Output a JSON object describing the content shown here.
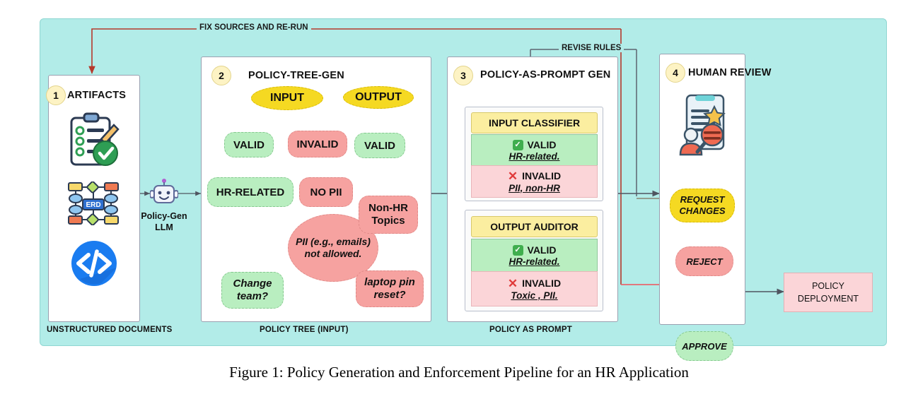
{
  "figure": {
    "caption": "Figure 1: Policy Generation and Enforcement Pipeline for an HR Application"
  },
  "colors": {
    "canvas": "#b2ece8",
    "panel": "#ffffff",
    "yellow": "#f5d922",
    "yellow_pale": "#fbeea0",
    "green": "#b9eec0",
    "red": "#f6a2a0",
    "red_pale": "#fbd5d8",
    "badge": "#fdf3c4",
    "wire_gray": "#5d6470",
    "wire_red": "#c0392b",
    "wire_pink": "#e8686e"
  },
  "loops": [
    {
      "id": "fix-sources",
      "label": "FIX SOURCES AND RE-RUN"
    },
    {
      "id": "revise-rules",
      "label": "REVISE RULES"
    }
  ],
  "panels": [
    {
      "id": "artifacts",
      "number": "1",
      "title": "ARTIFACTS",
      "bottom_caption": "UNSTRUCTURED DOCUMENTS",
      "icons": [
        "checklist-clipboard-icon",
        "erd-diagram-icon",
        "code-tag-icon"
      ]
    },
    {
      "id": "policy-tree-gen",
      "number": "2",
      "title": "POLICY-TREE-GEN",
      "bottom_caption": "POLICY TREE (INPUT)",
      "nodes": [
        {
          "id": "input",
          "label": "INPUT",
          "shape": "ellipse",
          "color": "yellow"
        },
        {
          "id": "output",
          "label": "OUTPUT",
          "shape": "ellipse",
          "color": "yellow"
        },
        {
          "id": "valid-in",
          "label": "VALID",
          "shape": "rrect",
          "color": "green"
        },
        {
          "id": "invalid-in",
          "label": "INVALID",
          "shape": "rrect",
          "color": "red"
        },
        {
          "id": "valid-out",
          "label": "VALID",
          "shape": "rrect",
          "color": "green"
        },
        {
          "id": "hr-related",
          "label": "HR-RELATED",
          "shape": "rrect",
          "color": "green"
        },
        {
          "id": "no-pii",
          "label": "NO PII",
          "shape": "rrect",
          "color": "red"
        },
        {
          "id": "pii-example",
          "label": "PII (e.g., emails) not allowed.",
          "shape": "ellipse",
          "color": "red",
          "italic": true
        },
        {
          "id": "non-hr",
          "label": "Non-HR Topics",
          "shape": "rrect",
          "color": "red"
        },
        {
          "id": "change-team",
          "label": "Change team?",
          "shape": "rrect",
          "color": "green",
          "italic": true
        },
        {
          "id": "laptop-pin",
          "label": "laptop pin reset?",
          "shape": "rrect",
          "color": "red",
          "italic": true
        }
      ]
    },
    {
      "id": "policy-as-prompt-gen",
      "number": "3",
      "title": "POLICY-AS-PROMPT GEN",
      "bottom_caption": "POLICY AS PROMPT",
      "cards": [
        {
          "id": "input-classifier",
          "header": "INPUT CLASSIFIER",
          "valid": {
            "status": "VALID",
            "detail": "HR-related.",
            "icon": "check-icon"
          },
          "invalid": {
            "status": "INVALID",
            "detail": "PII, non-HR",
            "icon": "cross-icon"
          }
        },
        {
          "id": "output-auditor",
          "header": "OUTPUT AUDITOR",
          "valid": {
            "status": "VALID",
            "detail": "HR-related.",
            "icon": "check-icon"
          },
          "invalid": {
            "status": "INVALID",
            "detail": "Toxic , PII.",
            "icon": "cross-icon"
          }
        }
      ]
    },
    {
      "id": "human-review",
      "number": "4",
      "title": "HUMAN REVIEW",
      "icons": [
        "document-review-person-magnifier-icon"
      ],
      "decisions": [
        {
          "id": "request-changes",
          "label": "REQUEST CHANGES",
          "color": "yellow"
        },
        {
          "id": "reject",
          "label": "REJECT",
          "color": "red"
        },
        {
          "id": "approve",
          "label": "APPROVE",
          "color": "green"
        }
      ]
    }
  ],
  "llm": {
    "label_line1": "Policy-Gen",
    "label_line2": "LLM",
    "icon": "robot-icon"
  },
  "deployment": {
    "line1": "POLICY",
    "line2": "DEPLOYMENT"
  }
}
